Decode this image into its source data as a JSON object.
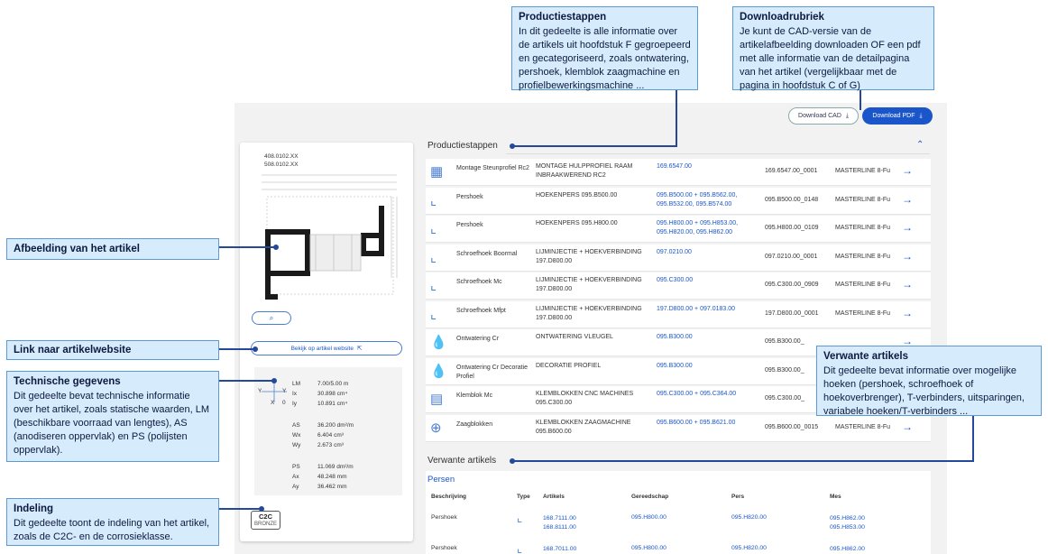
{
  "callouts": {
    "productiestappen": {
      "title": "Productiestappen",
      "text": "In dit gedeelte is alle informatie over de artikels uit hoofdstuk F gegroepeerd en gecategoriseerd, zoals ontwatering, pershoek, klemblok zaagmachine en profielbewerkingsmachine ..."
    },
    "downloadrubriek": {
      "title": "Downloadrubriek",
      "text": "Je kunt de CAD-versie van de artikelafbeelding downloaden OF een pdf met alle informatie van de detailpagina van het artikel (vergelijkbaar met de pagina in hoofdstuk C of G)"
    },
    "afbeelding": {
      "title": "Afbeelding van het artikel"
    },
    "link": {
      "title": "Link naar artikelwebsite"
    },
    "technische": {
      "title": "Technische gegevens",
      "text": "Dit gedeelte bevat technische informatie over het artikel, zoals statische waarden, LM (beschikbare voorraad van lengtes), AS (anodiseren oppervlak) en PS (polijsten oppervlak)."
    },
    "indeling": {
      "title": "Indeling",
      "text": "Dit gedeelte toont de indeling van het artikel, zoals de C2C- en de corrosieklasse."
    },
    "verwante": {
      "title": "Verwante artikels",
      "text": "Dit gedeelte bevat informatie over mogelijke hoeken (pershoek, schroefhoek of hoekoverbrenger), T-verbinders, uitsparingen, variabele hoeken/T-verbinders ..."
    }
  },
  "toolbar": {
    "cad": "Download CAD",
    "pdf": "Download PDF"
  },
  "left": {
    "codes": [
      "408.0102.XX",
      "508.0102.XX"
    ],
    "website_link": "Bekijk op artikel website",
    "tech_group1": [
      [
        "LM",
        "7.00/5.00 m"
      ],
      [
        "Ix",
        "30.898 cm⁴"
      ],
      [
        "Iy",
        "10.891 cm⁴"
      ]
    ],
    "tech_group2": [
      [
        "AS",
        "36.200 dm²/m"
      ],
      [
        "Wx",
        "6.404 cm³"
      ],
      [
        "Wy",
        "2.673 cm³"
      ]
    ],
    "tech_group3": [
      [
        "PS",
        "11.069 dm²/m"
      ],
      [
        "Ax",
        "48.248 mm"
      ],
      [
        "Ay",
        "36.462 mm"
      ]
    ],
    "badge_top": "C2C",
    "badge_bottom": "BRONZE",
    "axes": {
      "y": "Y",
      "x": "X",
      "zero": "0"
    }
  },
  "productiestappen": {
    "title": "Productiestappen",
    "rows": [
      {
        "icon": "profile-icon",
        "name": "Montage Steunprofiel Rc2",
        "desc": "MONTAGE HULPPROFIEL RAAM INBRAAKWEREND RC2",
        "links": "169.6547.00",
        "code": "169.6547.00_0001",
        "series": "MASTERLINE 8-Fu"
      },
      {
        "icon": "corner-icon",
        "name": "Pershoek",
        "desc": "HOEKENPERS 095.B500.00",
        "links": "095.B500.00 + 095.B562.00, 095.B532.00, 095.B574.00",
        "code": "095.B500.00_0148",
        "series": "MASTERLINE 8-Fu"
      },
      {
        "icon": "corner-icon",
        "name": "Pershoek",
        "desc": "HOEKENPERS 095.H800.00",
        "links": "095.H800.00 + 095.H853.00, 095.H820.00, 095.H862.00",
        "code": "095.H800.00_0109",
        "series": "MASTERLINE 8-Fu"
      },
      {
        "icon": "corner-icon",
        "name": "Schroefhoek Boormal",
        "desc": "LIJMINJECTIE + HOEKVERBINDING 197.D800.00",
        "links": "097.0210.00",
        "code": "097.0210.00_0001",
        "series": "MASTERLINE 8-Fu"
      },
      {
        "icon": "corner-icon",
        "name": "Schroefhoek Mc",
        "desc": "LIJMINJECTIE + HOEKVERBINDING 197.D800.00",
        "links": "095.C300.00",
        "code": "095.C300.00_0909",
        "series": "MASTERLINE 8-Fu"
      },
      {
        "icon": "corner-icon",
        "name": "Schroefhoek Mfpt",
        "desc": "LIJMINJECTIE + HOEKVERBINDING 197.D800.00",
        "links": "197.D800.00 + 097.0183.00",
        "code": "197.D800.00_0001",
        "series": "MASTERLINE 8-Fu"
      },
      {
        "icon": "water-icon",
        "name": "Ontwatering Cr",
        "desc": "ONTWATERING VLEUGEL",
        "links": "095.B300.00",
        "code": "095.B300.00_",
        "series": ""
      },
      {
        "icon": "water-icon",
        "name": "Ontwatering Cr Decoratie Profiel",
        "desc": "DECORATIE PROFIEL",
        "links": "095.B300.00",
        "code": "095.B300.00_",
        "series": ""
      },
      {
        "icon": "clamp-icon",
        "name": "Klemblok Mc",
        "desc": "KLEMBLOKKEN CNC MACHINES 095.C300.00",
        "links": "095.C300.00 + 095.C364.00",
        "code": "095.C300.00_",
        "series": ""
      },
      {
        "icon": "saw-icon",
        "name": "Zaagblokken",
        "desc": "KLEMBLOKKEN ZAAGMACHINE 095.B600.00",
        "links": "095.B600.00 + 095.B621.00",
        "code": "095.B600.00_0015",
        "series": "MASTERLINE 8-Fu"
      }
    ]
  },
  "verwante": {
    "title": "Verwante artikels",
    "sub": "Persen",
    "headers": [
      "Beschrijving",
      "Type",
      "Artikels",
      "Gereedschap",
      "Pers",
      "Mes"
    ],
    "rows": [
      {
        "desc": "Pershoek",
        "artikels": "168.7111.00\n168.8111.00",
        "gereedschap": "095.H800.00",
        "pers": "095.H820.00",
        "mes": "095.H862.00\n095.H853.00"
      },
      {
        "desc": "Pershoek",
        "artikels": "168.7011.00",
        "gereedschap": "095.H800.00",
        "pers": "095.H820.00",
        "mes": "095.H862.00"
      }
    ]
  }
}
